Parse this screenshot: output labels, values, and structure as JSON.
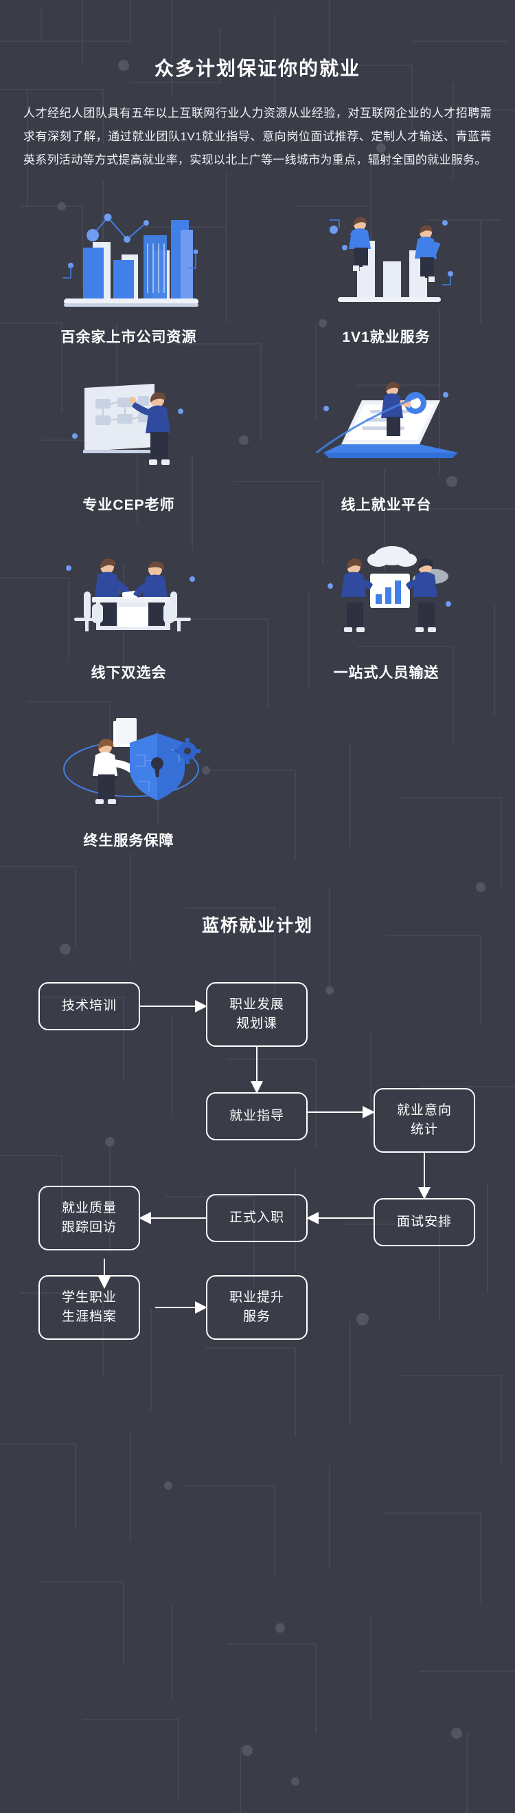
{
  "theme": {
    "background": "#3a3c48",
    "text": "#ffffff",
    "accent_blue": "#4180e8",
    "accent_blue_light": "#7aa8f2",
    "circuit_line": "#474a57",
    "node_border": "#ffffff"
  },
  "hero": {
    "title": "众多计划保证你的就业",
    "paragraph": "人才经纪人团队具有五年以上互联网行业人力资源从业经验，对互联网企业的人才招聘需求有深刻了解，通过就业团队1V1就业指导、意向岗位面试推荐、定制人才输送、青蓝菁英系列活动等方式提高就业率，实现以北上广等一线城市为重点，辐射全国的就业服务。"
  },
  "features": [
    {
      "id": "listed-company-resources",
      "icon": "bar-chart-city-icon",
      "label": "百余家上市公司资源"
    },
    {
      "id": "one-to-one-service",
      "icon": "people-chart-icon",
      "label": "1V1就业服务"
    },
    {
      "id": "professional-cep-teacher",
      "icon": "teacher-whiteboard-icon",
      "label": "专业CEP老师"
    },
    {
      "id": "online-platform",
      "icon": "laptop-rocket-icon",
      "label": "线上就业平台"
    },
    {
      "id": "offline-job-fair",
      "icon": "interview-desk-icon",
      "label": "线下双选会"
    },
    {
      "id": "one-stop-delivery",
      "icon": "team-chart-cloud-icon",
      "label": "一站式人员输送"
    },
    {
      "id": "lifetime-guarantee",
      "icon": "shield-lock-icon",
      "label": "终生服务保障"
    }
  ],
  "plan": {
    "title": "蓝桥就业计划",
    "nodes": [
      {
        "id": "tech-training",
        "label": "技术培训"
      },
      {
        "id": "career-planning",
        "label": "职业发展\n规划课"
      },
      {
        "id": "employment-guidance",
        "label": "就业指导"
      },
      {
        "id": "intent-statistics",
        "label": "就业意向\n统计"
      },
      {
        "id": "interview-arrange",
        "label": "面试安排"
      },
      {
        "id": "formal-onboard",
        "label": "正式入职"
      },
      {
        "id": "quality-followup",
        "label": "就业质量\n跟踪回访"
      },
      {
        "id": "student-archive",
        "label": "学生职业\n生涯档案"
      },
      {
        "id": "career-upgrade",
        "label": "职业提升\n服务"
      }
    ],
    "edges": [
      {
        "from": "tech-training",
        "to": "career-planning"
      },
      {
        "from": "career-planning",
        "to": "employment-guidance"
      },
      {
        "from": "employment-guidance",
        "to": "intent-statistics"
      },
      {
        "from": "intent-statistics",
        "to": "interview-arrange"
      },
      {
        "from": "interview-arrange",
        "to": "formal-onboard"
      },
      {
        "from": "formal-onboard",
        "to": "quality-followup"
      },
      {
        "from": "quality-followup",
        "to": "student-archive"
      },
      {
        "from": "student-archive",
        "to": "career-upgrade"
      }
    ]
  }
}
